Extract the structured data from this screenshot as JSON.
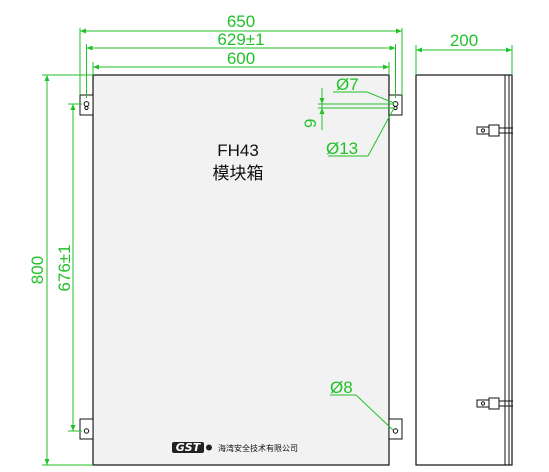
{
  "drawing": {
    "title": "FH43",
    "subtitle": "模块箱",
    "company": "海湾安全技术有限公司",
    "logo": "GST",
    "colors": {
      "dimension": "#22c12a",
      "outline": "#111111",
      "face_shade": "#f2f2f2",
      "background": "#ffffff"
    }
  },
  "dimensions": {
    "overall_width": "650",
    "hole_spacing": "629±1",
    "body_width": "600",
    "depth": "200",
    "overall_height": "800",
    "hole_height_spacing": "676±1",
    "hole_small": "Ø7",
    "hole_offset": "9",
    "hole_large": "Ø13",
    "hole_bottom": "Ø8"
  }
}
